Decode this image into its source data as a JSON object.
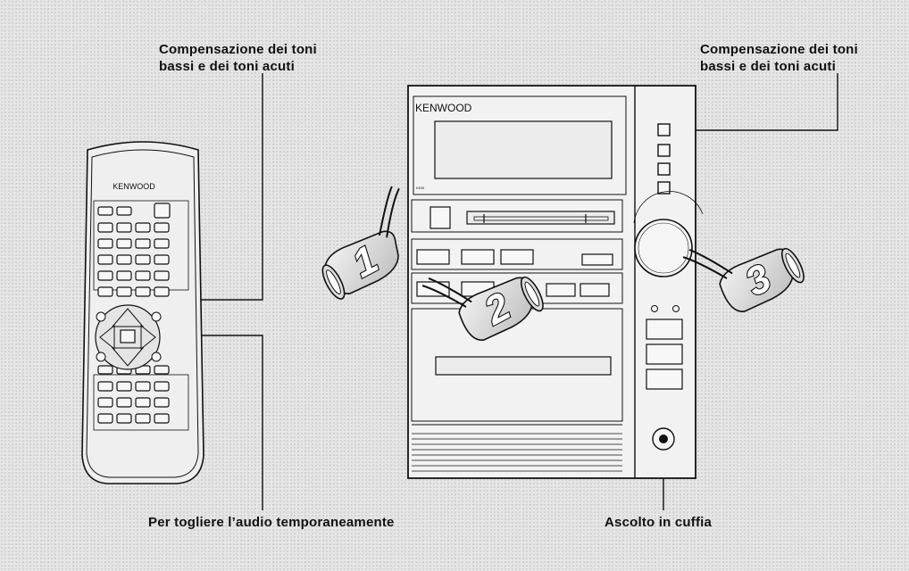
{
  "labels": {
    "remote_tone": [
      "Compensazione dei toni",
      "bassi e dei toni acuti"
    ],
    "unit_tone": [
      "Compensazione dei toni",
      "bassi e dei toni acuti"
    ],
    "mute": "Per togliere l’audio temporaneamente",
    "headphones": "Ascolto in cuffia"
  },
  "remote": {
    "brand": "KENWOOD"
  },
  "unit": {
    "brand": "KENWOOD"
  },
  "steps": [
    "1",
    "2",
    "3"
  ]
}
